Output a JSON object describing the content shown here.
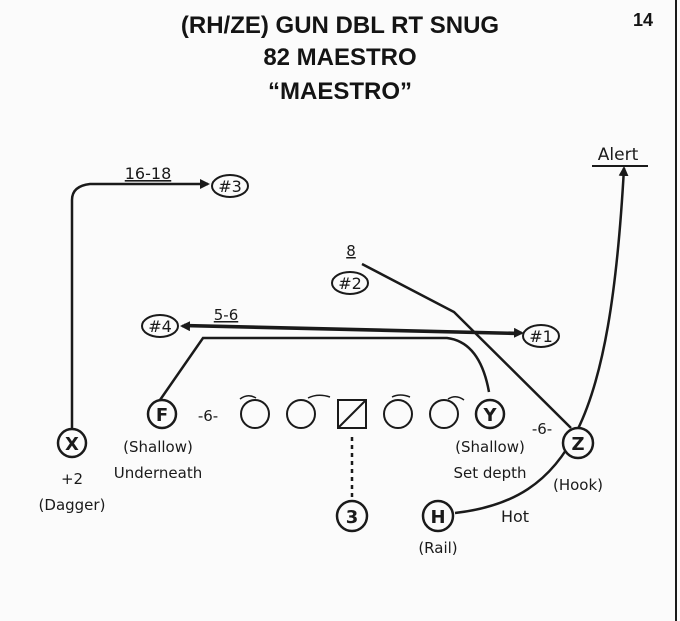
{
  "formation_title": "(RH/ZE) GUN DBL RT SNUG",
  "play_title": "82 MAESTRO",
  "play_name": "“MAESTRO”",
  "page_number": "14",
  "colors": {
    "ink": "#1a1a1a",
    "paper": "#fbfbfb"
  },
  "players": {
    "x": "X",
    "f": "F",
    "y": "Y",
    "z": "Z",
    "h": "H",
    "qb": "3"
  },
  "reads": {
    "r1": "#1",
    "r2": "#2",
    "r3": "#3",
    "r4": "#4"
  },
  "depths": {
    "x_route": "16-18",
    "z_route": "8",
    "f_route": "5-6",
    "f_split": "-6-",
    "y_split": "-6-"
  },
  "notes": {
    "x_stem": "+2",
    "x_route": "(Dagger)",
    "f_route": "(Shallow)",
    "f_detail": "Underneath",
    "y_route": "(Shallow)",
    "y_detail": "Set depth",
    "z_route": "(Hook)",
    "h_route": "(Rail)",
    "h_detail": "Hot",
    "alert": "Alert"
  }
}
